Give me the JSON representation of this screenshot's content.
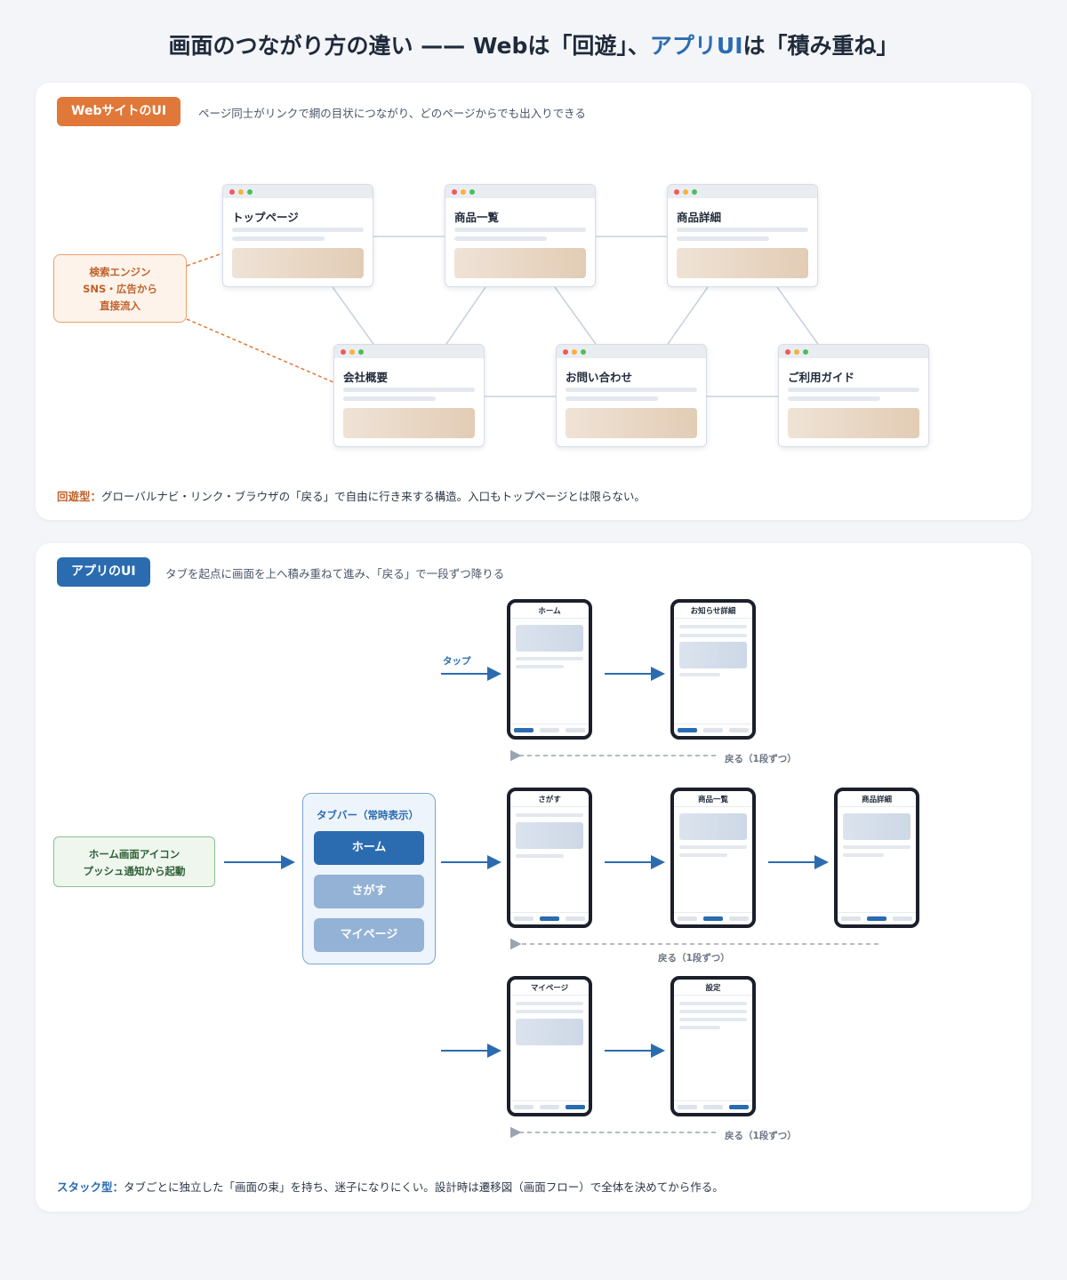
{
  "title": {
    "part1": "画面のつながり方の違い —— Webは「回遊」、",
    "accent": "アプリUI",
    "part2": "は「積み重ね」"
  },
  "web": {
    "badge": "WebサイトのUI",
    "subtitle": "ページ同士がリンクで網の目状につながり、どのページからでも出入りできる",
    "entry": [
      "検索エンジン",
      "SNS・広告から",
      "直接流入"
    ],
    "pages": [
      "トップページ",
      "商品一覧",
      "商品詳細",
      "会社概要",
      "お問い合わせ",
      "ご利用ガイド"
    ],
    "note_key": "回遊型：",
    "note_text": "グローバルナビ・リンク・ブラウザの「戻る」で自由に行き来する構造。入口もトップページとは限らない。"
  },
  "app": {
    "badge": "アプリのUI",
    "subtitle": "タブを起点に画面を上へ積み重ねて進み、「戻る」で一段ずつ降りる",
    "entry": [
      "ホーム画面アイコン",
      "プッシュ通知から起動"
    ],
    "tab_panel_title": "タブバー（常時表示）",
    "tabs": [
      "ホーム",
      "さがす",
      "マイページ"
    ],
    "tap_label": "タップ",
    "back_label": "戻る（1段ずつ）",
    "screens": {
      "home": "ホーム",
      "notice": "お知らせ詳細",
      "search": "さがす",
      "list": "商品一覧",
      "detail": "商品詳細",
      "mypage": "マイページ",
      "settings": "設定"
    },
    "note_key": "スタック型：",
    "note_text": "タブごとに独立した「画面の束」を持ち、迷子になりにくい。設計時は遷移図（画面フロー）で全体を決めてから作る。"
  },
  "colors": {
    "web_accent": "#e0783a",
    "app_accent": "#2b6cb0",
    "entry_app": "#8dbf8f"
  }
}
